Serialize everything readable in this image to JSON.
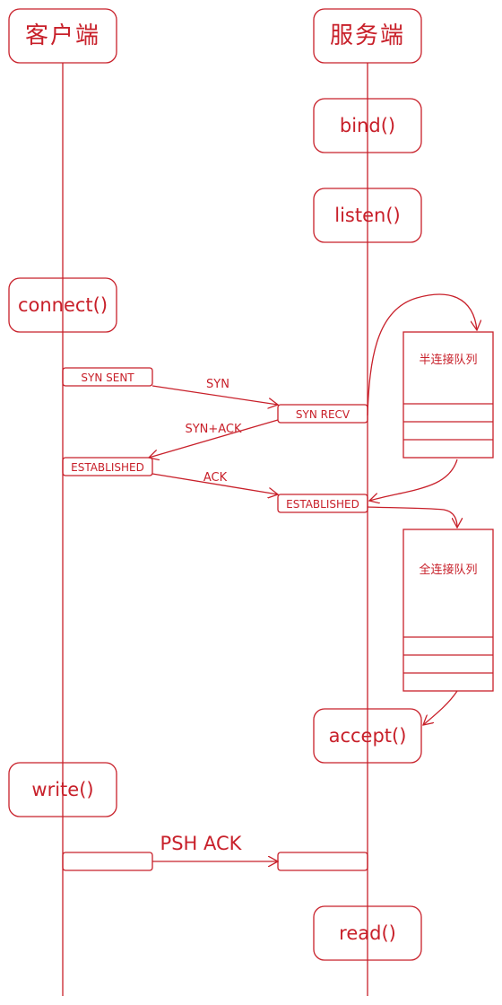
{
  "diagram": {
    "stroke_color": "#c8202a",
    "client": {
      "label": "客户端"
    },
    "server": {
      "label": "服务端"
    },
    "calls": {
      "bind": "bind()",
      "listen": "listen()",
      "connect": "connect()",
      "accept": "accept()",
      "write": "write()",
      "read": "read()"
    },
    "states": {
      "syn_sent": "SYN SENT",
      "syn_recv": "SYN RECV",
      "client_established": "ESTABLISHED",
      "server_established": "ESTABLISHED",
      "client_blank": "",
      "server_blank": ""
    },
    "messages": {
      "syn": "SYN",
      "syn_ack": "SYN+ACK",
      "ack": "ACK",
      "psh_ack": "PSH ACK"
    },
    "queues": {
      "half": "半连接队列",
      "full": "全连接队列"
    }
  }
}
